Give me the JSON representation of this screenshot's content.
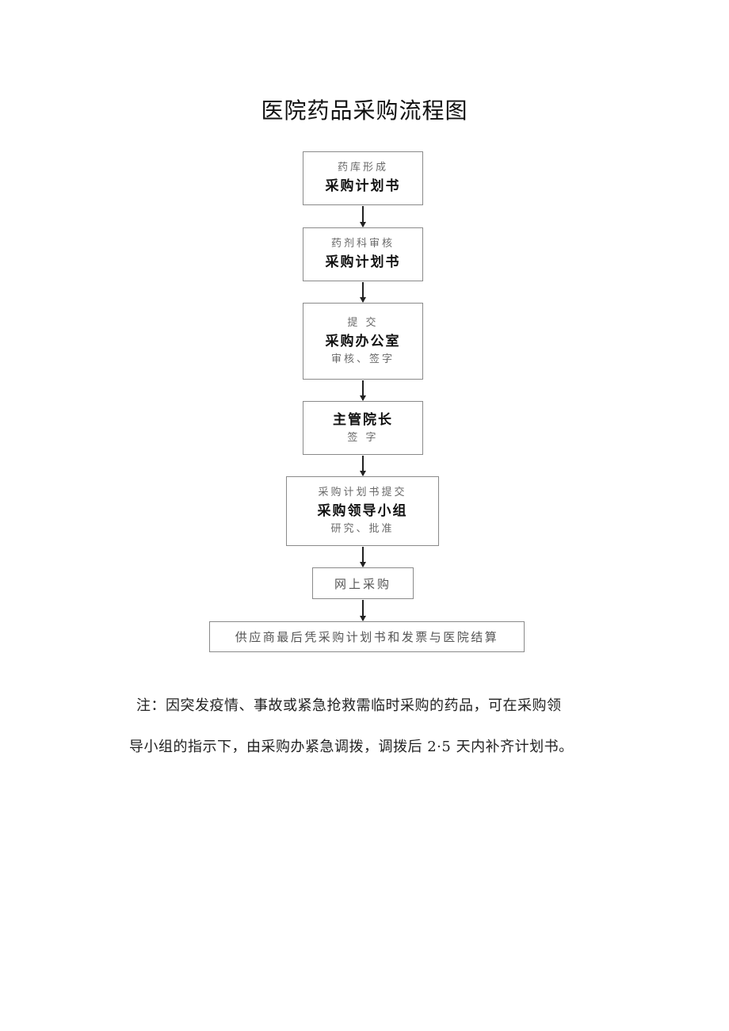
{
  "document": {
    "title": "医院药品采购流程图"
  },
  "flowchart": {
    "steps": [
      {
        "lines": [
          "药库形成",
          "采购计划书"
        ]
      },
      {
        "lines": [
          "药剂科审核",
          "采购计划书"
        ]
      },
      {
        "lines": [
          "提 交",
          "采购办公室",
          "审核、签字"
        ]
      },
      {
        "lines": [
          "主管院长",
          "签 字"
        ]
      },
      {
        "lines": [
          "采购计划书提交",
          "采购领导小组",
          "研究、批准"
        ]
      },
      {
        "lines": [
          "网上采购"
        ]
      },
      {
        "lines": [
          "供应商最后凭采购计划书和发票与医院结算"
        ]
      }
    ]
  },
  "note": {
    "line1": "注：因突发疫情、事故或紧急抢救需临时采购的药品，可在采购领",
    "line2": "导小组的指示下，由采购办紧急调拨，调拨后 2·5 天内补齐计划书。"
  }
}
